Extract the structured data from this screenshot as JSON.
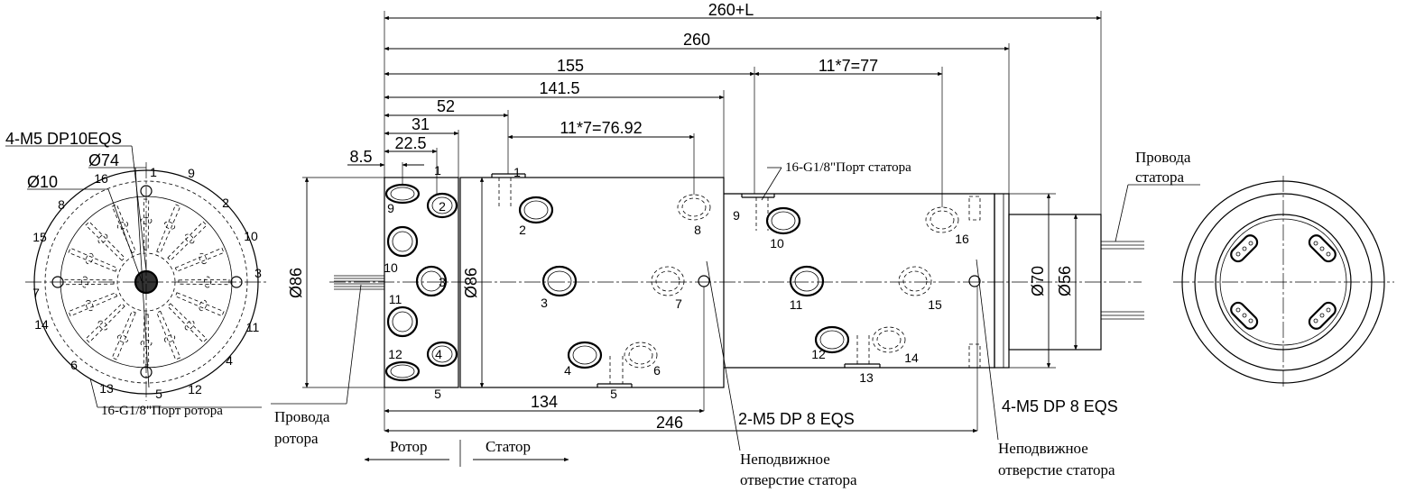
{
  "dimensions": {
    "overall_260_L": "260+L",
    "overall_260": "260",
    "d155": "155",
    "d11x7_77": "11*7=77",
    "d141_5": "141.5",
    "d52": "52",
    "d31": "31",
    "d22_5": "22.5",
    "d8_5": "8.5",
    "d11x7_76_92": "11*7=76.92",
    "d134": "134",
    "d246": "246",
    "dia86_left": "Ø86",
    "dia86_right": "Ø86",
    "dia70": "Ø70",
    "dia56": "Ø56",
    "dia74": "Ø74",
    "dia10": "Ø10"
  },
  "callouts": {
    "rotor_mount": "4-M5 DP10EQS",
    "stator_port": "16-G1/8\"Порт статора",
    "rotor_port": "16-G1/8\"Порт ротора",
    "m5_dp8_2": "2-M5 DP 8 EQS",
    "m5_dp8_4": "4-M5 DP 8 EQS",
    "rotor_wires_l1": "Провода",
    "rotor_wires_l2": "ротора",
    "stator_wires_l1": "Провода",
    "stator_wires_l2": "статора",
    "fixed_hole_1_l1": "Неподвижное",
    "fixed_hole_1_l2": "отверстие статора",
    "fixed_hole_2_l1": "Неподвижное",
    "fixed_hole_2_l2": "отверстие статора",
    "rotor_label": "Ротор",
    "stator_label": "Статор"
  },
  "left_view_numbers": [
    "1",
    "9",
    "2",
    "10",
    "3",
    "11",
    "4",
    "12",
    "5",
    "13",
    "6",
    "14",
    "7",
    "15",
    "8",
    "16"
  ],
  "rotor_ports": [
    "1",
    "2",
    "9",
    "10",
    "3",
    "11",
    "4",
    "12",
    "5"
  ],
  "stator_ports": [
    "1",
    "2",
    "8",
    "3",
    "7",
    "4",
    "6",
    "5",
    "9",
    "10",
    "16",
    "11",
    "15",
    "12",
    "14",
    "13"
  ]
}
